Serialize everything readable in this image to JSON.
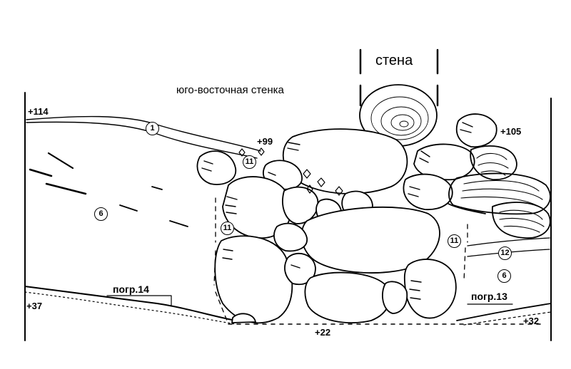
{
  "title_wall": "стена",
  "title_section": "юго-восточная стенка",
  "elevations": {
    "e114": "+114",
    "e99": "+99",
    "e105": "+105",
    "e37": "+37",
    "e22": "+22",
    "e32": "+32"
  },
  "burials": {
    "b14": "погр.14",
    "b13": "погр.13"
  },
  "layers": {
    "l1": "1",
    "l6a": "6",
    "l6b": "6",
    "l11a": "11",
    "l11b": "11",
    "l11c": "11",
    "l12": "12"
  }
}
